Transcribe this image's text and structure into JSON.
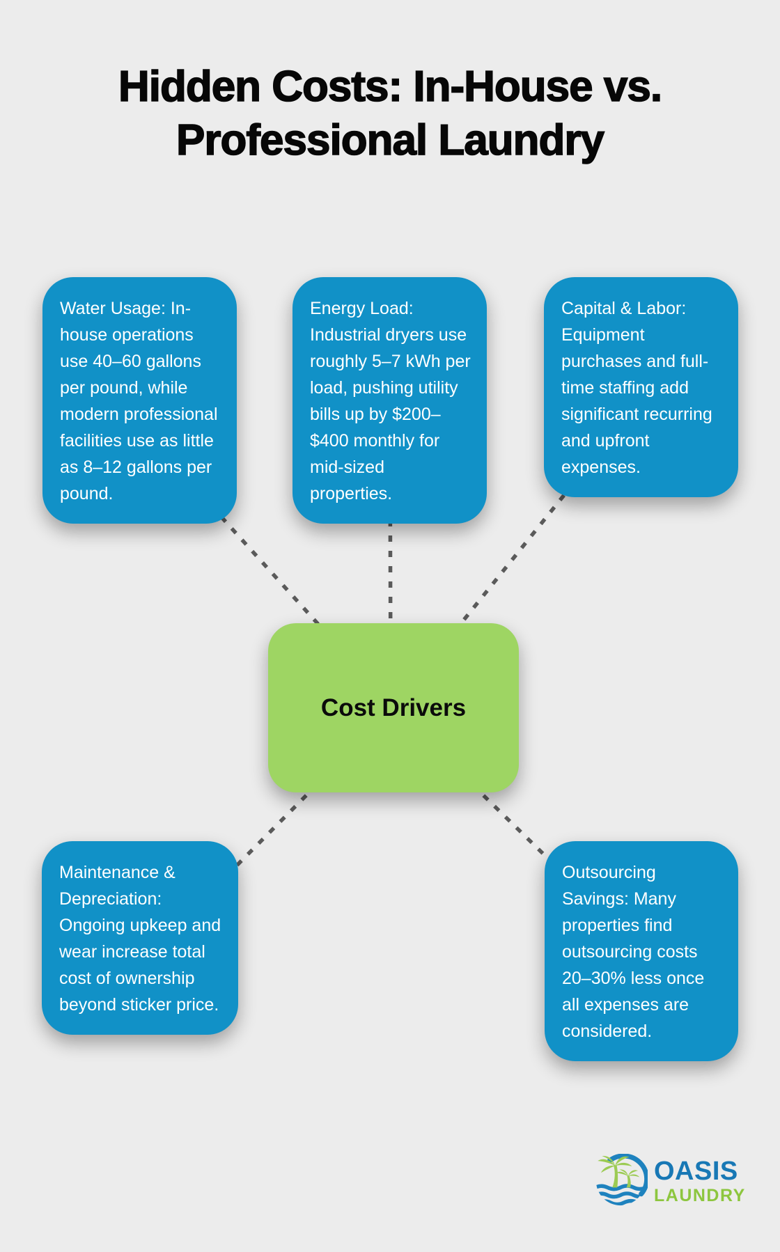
{
  "title": {
    "line1": "Hidden Costs: In-House vs.",
    "line2": "Professional Laundry"
  },
  "diagram": {
    "center": {
      "label": "Cost Drivers"
    },
    "boxes": [
      {
        "id": "water-usage",
        "text": "Water Usage: In-house operations use 40–60 gallons per pound, while modern professional facilities use as little as 8–12 gallons per pound."
      },
      {
        "id": "energy-load",
        "text": "Energy Load: Industrial dryers use roughly 5–7 kWh per load, pushing utility bills up by $200–$400 monthly for mid-sized properties."
      },
      {
        "id": "capital-labor",
        "text": "Capital & Labor: Equipment purchases and full-time staffing add significant recurring and upfront expenses."
      },
      {
        "id": "maintenance-depreciation",
        "text": "Maintenance & Depreciation: Ongoing upkeep and wear increase total cost of ownership beyond sticker price."
      },
      {
        "id": "outsourcing-savings",
        "text": "Outsourcing Savings: Many properties find outsourcing costs 20–30% less once all expenses are considered."
      }
    ]
  },
  "logo": {
    "brand_top": "OASIS",
    "brand_bottom": "LAUNDRY",
    "icon": "palm-island-icon"
  },
  "colors": {
    "background": "#ECECEC",
    "box_blue": "#1191C7",
    "center_green": "#9ED563",
    "connector_gray": "#5A5A5A",
    "title_text": "#070707",
    "logo_blue": "#1878B5",
    "logo_green": "#8DC63F"
  }
}
